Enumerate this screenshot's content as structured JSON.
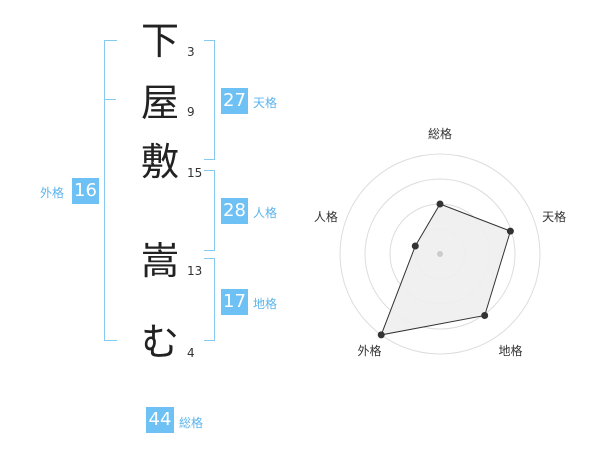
{
  "name": {
    "characters": [
      {
        "char": "下",
        "strokes": "3"
      },
      {
        "char": "屋",
        "strokes": "9"
      },
      {
        "char": "敷",
        "strokes": "15"
      },
      {
        "char": "嵩",
        "strokes": "13"
      },
      {
        "char": "む",
        "strokes": "4"
      }
    ]
  },
  "fortune": {
    "tenkaku": {
      "label": "天格",
      "value": "27"
    },
    "jinkaku": {
      "label": "人格",
      "value": "28"
    },
    "chikaku": {
      "label": "地格",
      "value": "17"
    },
    "gaikaku": {
      "label": "外格",
      "value": "16"
    },
    "soukaku": {
      "label": "総格",
      "value": "44"
    }
  },
  "radar": {
    "axes": [
      "総格",
      "天格",
      "地格",
      "外格",
      "人格"
    ],
    "values": [
      0.5,
      0.74,
      0.76,
      1.0,
      0.26
    ],
    "fill_color": "#eeeeee",
    "line_color": "#333333",
    "ring_color": "#dddddd"
  }
}
